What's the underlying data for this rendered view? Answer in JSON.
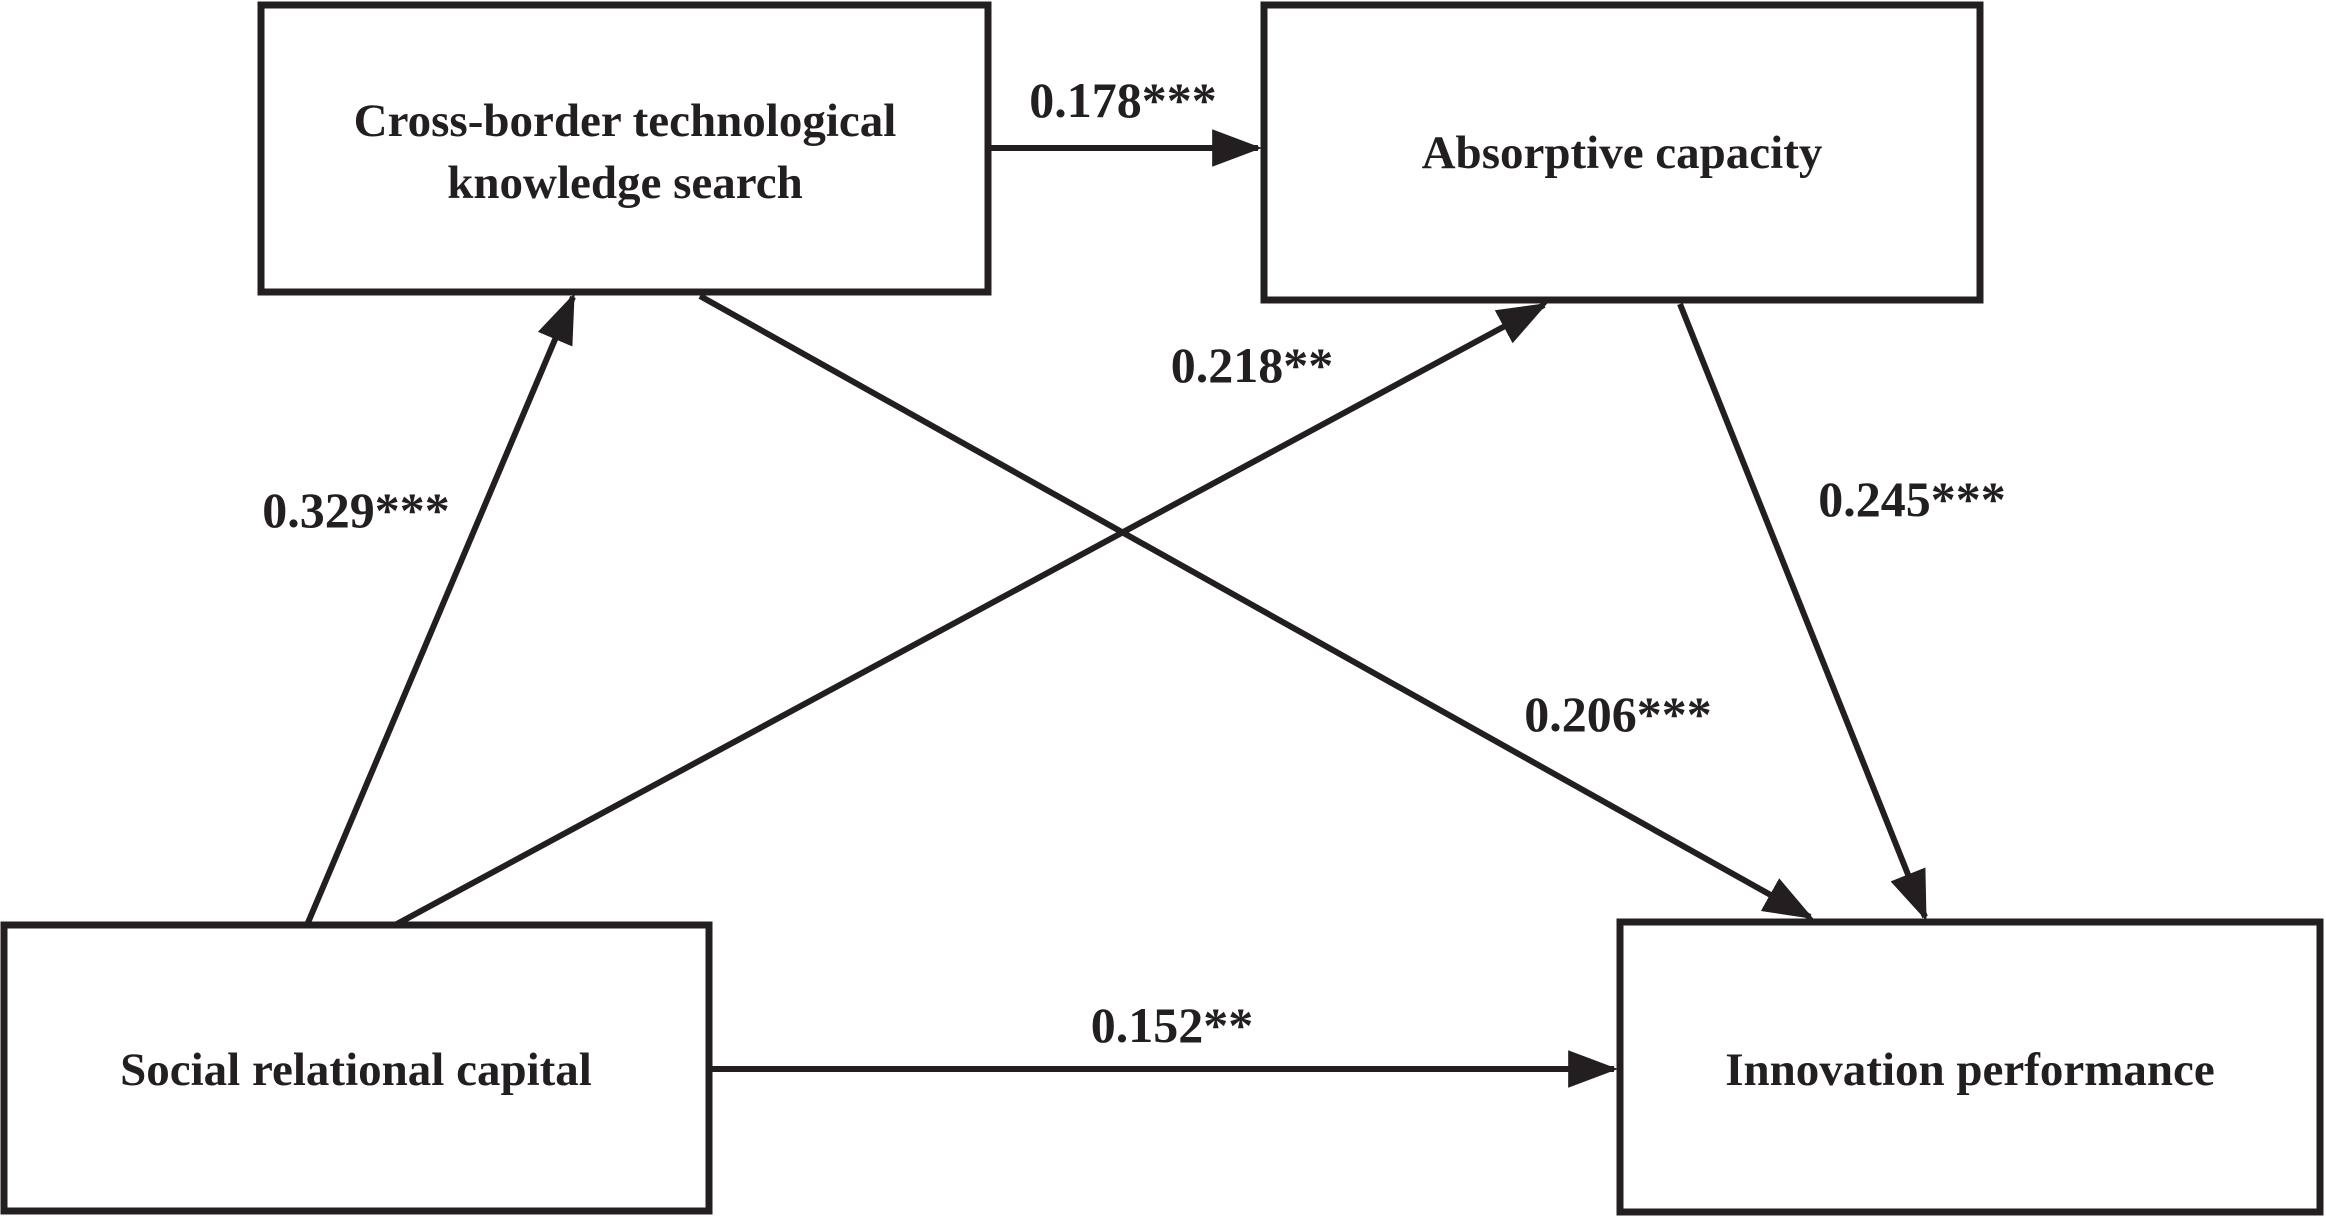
{
  "figure": {
    "type": "path-model-diagram",
    "background_color": "#ffffff",
    "line_color": "#231f20",
    "box_fill_color": "#ffffff",
    "nodes": [
      {
        "id": "ctks",
        "label_line1": "Cross-border technological",
        "label_line2": "knowledge search"
      },
      {
        "id": "ac",
        "label": "Absorptive capacity"
      },
      {
        "id": "src",
        "label": "Social relational capital"
      },
      {
        "id": "ip",
        "label": "Innovation performance"
      }
    ],
    "edges": [
      {
        "from": "Social relational capital",
        "to": "Cross-border technological knowledge search",
        "coefficient": "0.329***"
      },
      {
        "from": "Cross-border technological knowledge search",
        "to": "Absorptive capacity",
        "coefficient": "0.178***"
      },
      {
        "from": "Social relational capital",
        "to": "Absorptive capacity",
        "coefficient": "0.218**"
      },
      {
        "from": "Cross-border technological knowledge search",
        "to": "Innovation performance",
        "coefficient": "0.206***"
      },
      {
        "from": "Absorptive capacity",
        "to": "Innovation performance",
        "coefficient": "0.245***"
      },
      {
        "from": "Social relational capital",
        "to": "Innovation performance",
        "coefficient": "0.152**"
      }
    ]
  }
}
